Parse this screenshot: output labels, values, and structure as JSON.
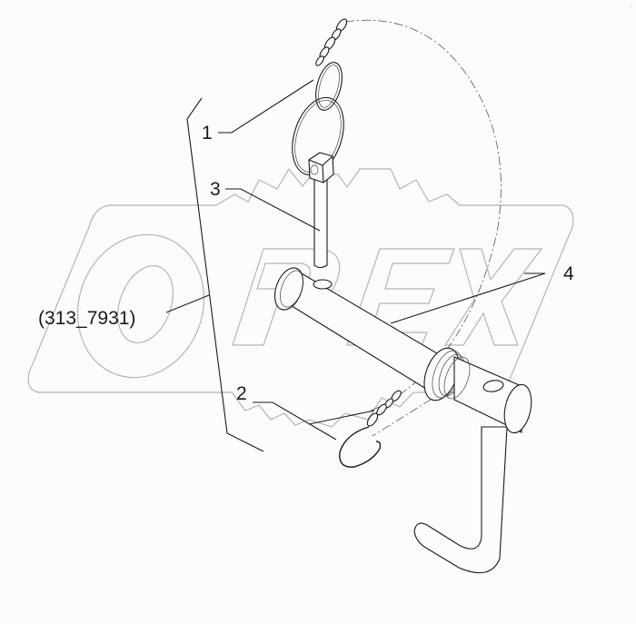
{
  "diagram": {
    "type": "exploded parts diagram",
    "subject": "Hitch pin assembly with lynch pin, ring and chains",
    "watermark": "OPEX",
    "reference_label": "(313_7931)",
    "corner_mark": "-",
    "callouts": [
      {
        "id": "1",
        "label": "1",
        "part": "ring with chain"
      },
      {
        "id": "2",
        "label": "2",
        "part": "clip with chain"
      },
      {
        "id": "3",
        "label": "3",
        "part": "lock pin"
      },
      {
        "id": "4",
        "label": "4",
        "part": "hitch pin with L-handle"
      }
    ],
    "colors": {
      "line": "#1a1a1a",
      "watermark": "#b4b4b4",
      "background": "#fbfdfb"
    }
  }
}
